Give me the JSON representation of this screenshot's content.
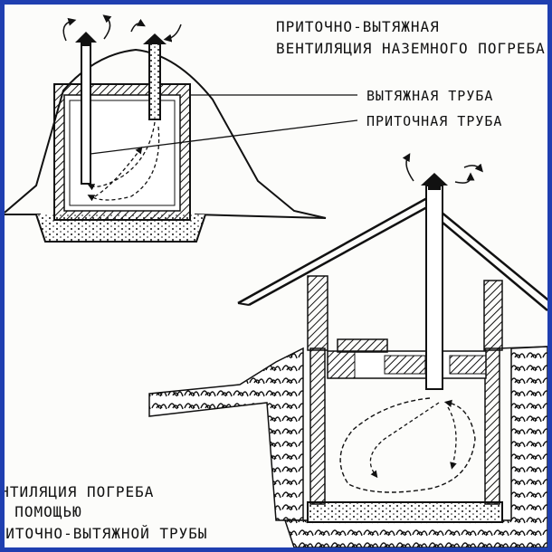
{
  "diagram": {
    "title_top": {
      "line1": "ПРИТОЧНО-ВЫТЯЖНАЯ",
      "line2": "ВЕНТИЛЯЦИЯ НАЗЕМНОГО ПОГРЕБА"
    },
    "labels": {
      "exhaust_pipe": "ВЫТЯЖНАЯ ТРУБА",
      "supply_pipe": "ПРИТОЧНАЯ ТРУБА"
    },
    "title_bottom": {
      "line1": "ВЕНТИЛЯЦИЯ ПОГРЕБА",
      "line2": "С ПОМОЩЬЮ",
      "line3": "ПРИТОЧНО-ВЫТЯЖНОЙ ТРУБЫ"
    },
    "colors": {
      "frame": "#1f3fb0",
      "ink": "#111111",
      "paper": "#fcfcfa"
    }
  }
}
